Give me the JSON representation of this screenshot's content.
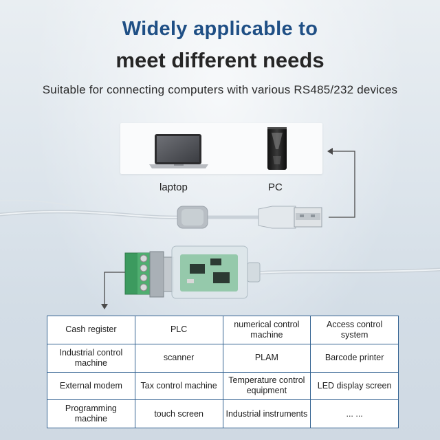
{
  "header": {
    "headline_1": "Widely applicable to",
    "headline_2": "meet different needs",
    "subtitle": "Suitable for connecting computers with various RS485/232 devices"
  },
  "devices": {
    "laptop_label": "laptop",
    "pc_label": "PC"
  },
  "applications": {
    "rows": [
      [
        "Cash register",
        "PLC",
        "numerical control machine",
        "Access control system"
      ],
      [
        "Industrial control machine",
        "scanner",
        "PLAM",
        "Barcode printer"
      ],
      [
        "External modem",
        "Tax control machine",
        "Temperature control equipment",
        "LED display screen"
      ],
      [
        "Programming machine",
        "touch screen",
        "Industrial instruments",
        "... ..."
      ]
    ]
  },
  "colors": {
    "headline_blue": "#1f4f85",
    "table_border": "#2f5f8f",
    "pcb_green": "#3c9a5f"
  }
}
